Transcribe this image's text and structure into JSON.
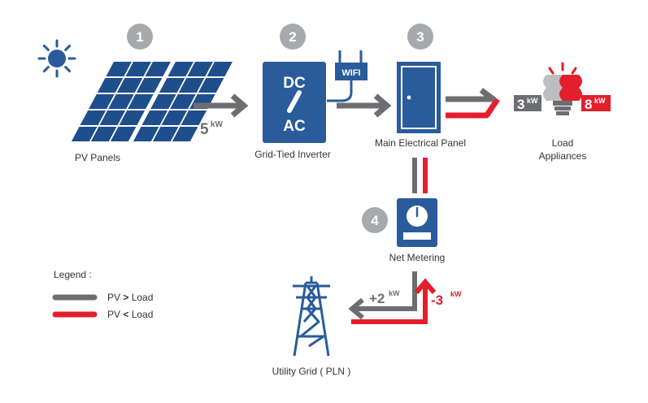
{
  "colors": {
    "blue": "#2a5b9a",
    "dark_blue": "#1f4e8c",
    "gray": "#6d6e71",
    "red": "#e31e2d",
    "step_circle": "#a7a9ac",
    "text": "#333333",
    "sun": "#2a5b9a"
  },
  "steps": [
    {
      "number": "1",
      "label": "PV Panels"
    },
    {
      "number": "2",
      "label": "Grid-Tied Inverter"
    },
    {
      "number": "3",
      "label": "Main Electrical Panel"
    },
    {
      "number": "4",
      "label": "Net Metering"
    }
  ],
  "inverter": {
    "line1": "DC",
    "line2": "AC",
    "wifi": "WIFI"
  },
  "pv_output": {
    "value": "5",
    "unit": "kW"
  },
  "load": {
    "label_line1": "Load",
    "label_line2": "Appliances",
    "gray_value": "3",
    "gray_unit": "kW",
    "red_value": "8",
    "red_unit": "kW"
  },
  "grid": {
    "label": "Utility Grid ( PLN )",
    "export_value": "+2",
    "export_unit": "kW",
    "import_value": "-3",
    "import_unit": "kW"
  },
  "legend": {
    "title": "Legend :",
    "items": [
      {
        "color": "#6d6e71",
        "label_pre": "PV ",
        "label_op": ">",
        "label_post": " Load"
      },
      {
        "color": "#e31e2d",
        "label_pre": "PV ",
        "label_op": "<",
        "label_post": " Load"
      }
    ]
  }
}
